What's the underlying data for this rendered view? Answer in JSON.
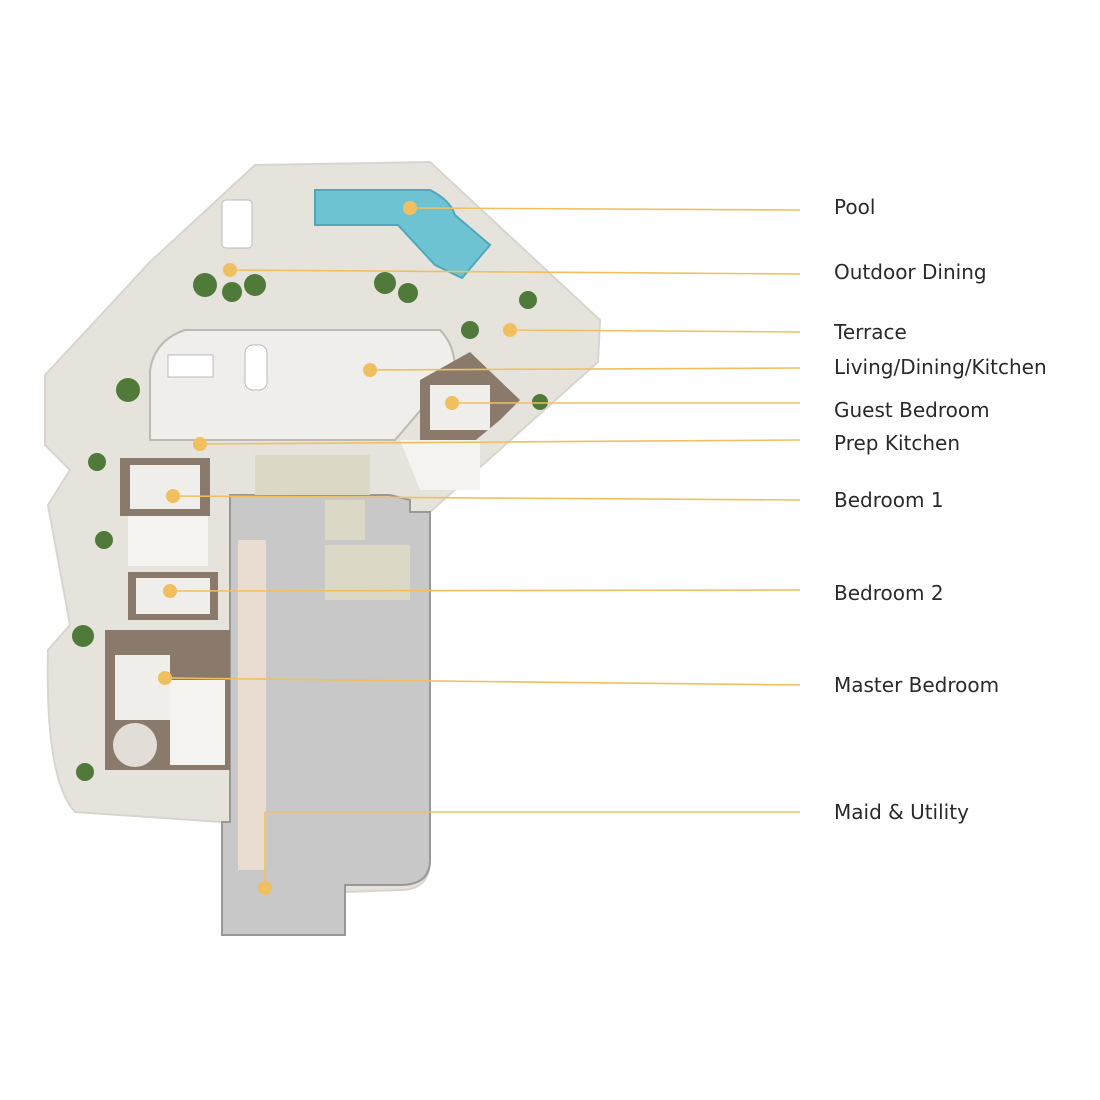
{
  "colors": {
    "accent": "#f0c060",
    "terrace": "#e6e3dd",
    "interior": "#efeeea",
    "service": "#c8c8c8",
    "wall": "#a8a6a2",
    "pool": "#6ec3d3",
    "wood": "#8a7a6c",
    "plant": "#4f7a3a"
  },
  "labels": [
    {
      "id": "pool",
      "text": "Pool"
    },
    {
      "id": "outdoor-dining",
      "text": "Outdoor Dining"
    },
    {
      "id": "terrace",
      "text": "Terrace"
    },
    {
      "id": "living-dining-kitchen",
      "text": "Living/Dining/Kitchen"
    },
    {
      "id": "guest-bedroom",
      "text": "Guest Bedroom"
    },
    {
      "id": "prep-kitchen",
      "text": "Prep Kitchen"
    },
    {
      "id": "bedroom-1",
      "text": "Bedroom 1"
    },
    {
      "id": "bedroom-2",
      "text": "Bedroom 2"
    },
    {
      "id": "master-bedroom",
      "text": "Master Bedroom"
    },
    {
      "id": "maid-utility",
      "text": "Maid & Utility"
    }
  ]
}
